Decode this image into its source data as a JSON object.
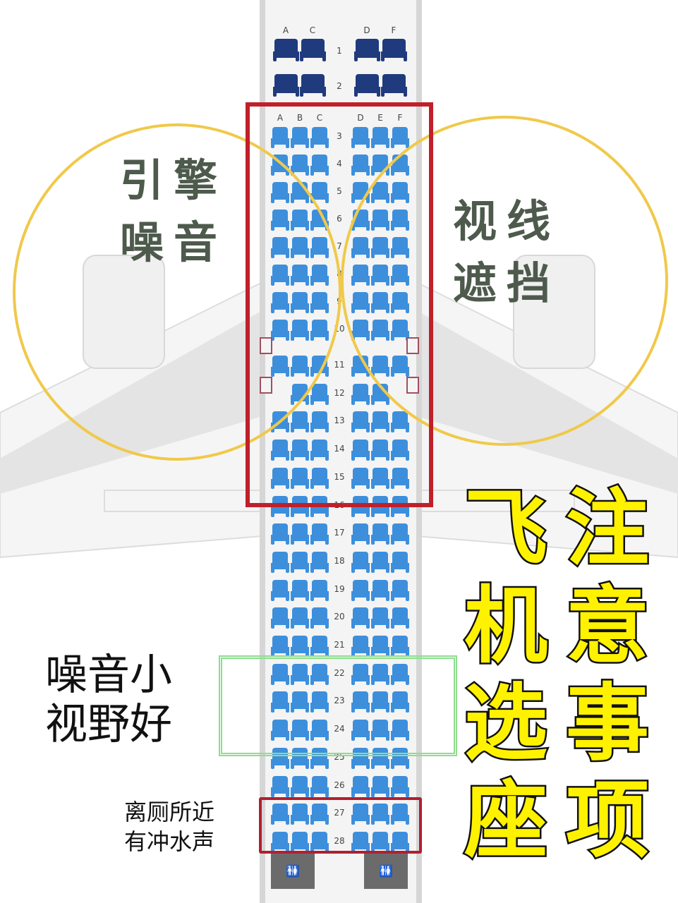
{
  "colors": {
    "economy_seat": "#3d8fdc",
    "first_seat": "#1f3b7d",
    "circle": "#f0c94a",
    "red_box": "#c0202a",
    "green_box": "#8fdc8f",
    "headline": "#fff200"
  },
  "first_class": {
    "columns": [
      "A",
      "C",
      "D",
      "F"
    ],
    "rows": [
      "1",
      "2"
    ]
  },
  "economy": {
    "columns": [
      "A",
      "B",
      "C",
      "D",
      "E",
      "F"
    ],
    "rows": [
      "3",
      "4",
      "5",
      "6",
      "7",
      "8",
      "9",
      "10",
      "11",
      "12",
      "13",
      "14",
      "15",
      "16",
      "17",
      "18",
      "19",
      "20",
      "21",
      "22",
      "23",
      "24",
      "25",
      "26",
      "27",
      "28"
    ],
    "row_12_seats": [
      "B",
      "C",
      "D",
      "E"
    ]
  },
  "annotations": {
    "engine_noise": "引擎噪音",
    "view_blocked": "视线遮挡",
    "quiet_good_view_line1": "噪音小",
    "quiet_good_view_line2": "视野好",
    "near_toilet_line1": "离厕所近",
    "near_toilet_line2": "有冲水声"
  },
  "headline": {
    "col1": "飞机选座",
    "col2": "注意事项"
  },
  "icons": {
    "lavatory": "restroom-icon"
  },
  "lavatory_label": "🚻"
}
